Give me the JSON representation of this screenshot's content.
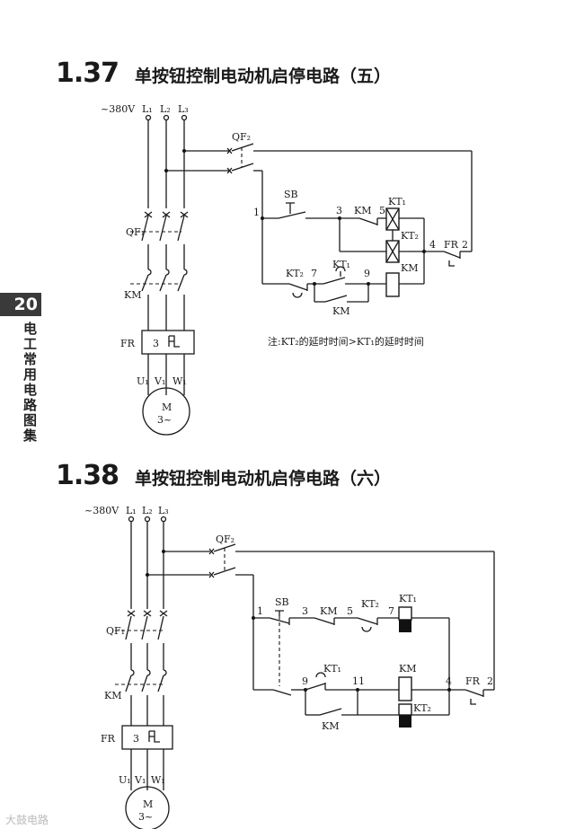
{
  "side_tab": {
    "page_number": "20",
    "book_title": "电工常用电路图集"
  },
  "section1": {
    "number": "1.37",
    "title": "单按钮控制电动机启停电路（五）",
    "note": "注:KT₂的延时时间>KT₁的延时时间",
    "labels": {
      "voltage": "~380V",
      "L1": "L₁",
      "L2": "L₂",
      "L3": "L₃",
      "QF1": "QF₁",
      "QF2": "QF₂",
      "KM": "KM",
      "FR": "FR",
      "FR_num": "3",
      "U1": "U₁",
      "V1": "V₁",
      "W1": "W₁",
      "motor": "M",
      "motor_phase": "3~",
      "SB": "SB",
      "KT1": "KT₁",
      "KT2": "KT₂",
      "n1": "1",
      "n2": "2",
      "n3": "3",
      "n4": "4",
      "n5": "5",
      "n7": "7",
      "n9": "9"
    }
  },
  "section2": {
    "number": "1.38",
    "title": "单按钮控制电动机启停电路（六）",
    "labels": {
      "voltage": "~380V",
      "L1": "L₁",
      "L2": "L₂",
      "L3": "L₃",
      "QF1": "QF₁",
      "QF2": "QF₂",
      "KM": "KM",
      "FR": "FR",
      "FR_num": "3",
      "U1": "U₁",
      "V1": "V₁",
      "W1": "W₁",
      "motor": "M",
      "motor_phase": "3~",
      "SB": "SB",
      "KT1": "KT₁",
      "KT2": "KT₂",
      "n1": "1",
      "n2": "2",
      "n3": "3",
      "n4": "4",
      "n5": "5",
      "n7": "7",
      "n9": "9",
      "n11": "11"
    }
  },
  "watermark": "大鼓电路"
}
